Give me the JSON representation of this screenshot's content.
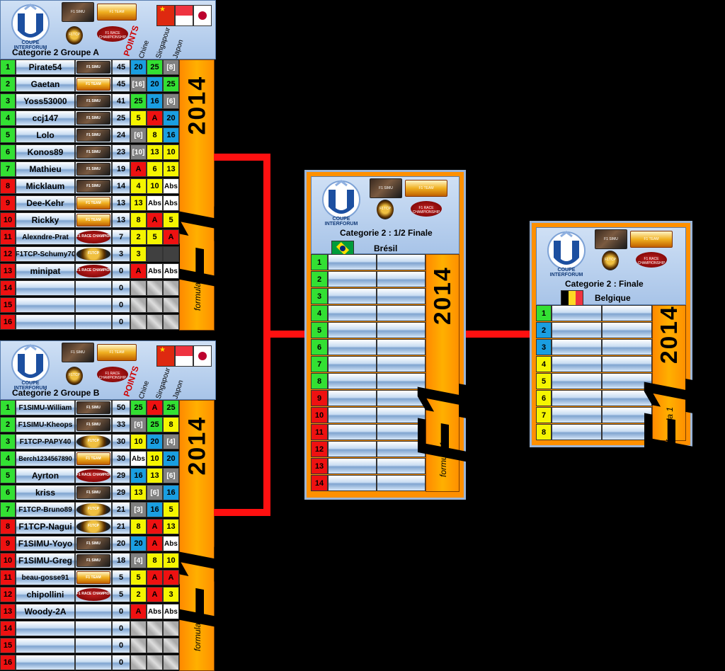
{
  "groups": [
    {
      "title": "Categorie 2  Groupe A",
      "points_label": "POINTS",
      "races": [
        "Chine",
        "Singapour",
        "Japon"
      ],
      "cup_text": "COUPE INTERFORUM",
      "rows": [
        {
          "pos": "1",
          "color": "green",
          "name": "Pirate54",
          "logo": "dark",
          "pts": "45",
          "r": [
            [
              "20",
              "blue"
            ],
            [
              "25",
              "green"
            ],
            [
              "[8]",
              "grey"
            ]
          ]
        },
        {
          "pos": "2",
          "color": "green",
          "name": "Gaetan",
          "logo": "gold",
          "pts": "45",
          "r": [
            [
              "[16]",
              "grey"
            ],
            [
              "20",
              "blue"
            ],
            [
              "25",
              "green"
            ]
          ]
        },
        {
          "pos": "3",
          "color": "green",
          "name": "Yoss53000",
          "logo": "dark",
          "pts": "41",
          "r": [
            [
              "25",
              "green"
            ],
            [
              "16",
              "blue"
            ],
            [
              "[6]",
              "grey"
            ]
          ]
        },
        {
          "pos": "4",
          "color": "green",
          "name": "ccj147",
          "logo": "dark",
          "pts": "25",
          "r": [
            [
              "5",
              "yellow"
            ],
            [
              "A",
              "red"
            ],
            [
              "20",
              "blue"
            ]
          ]
        },
        {
          "pos": "5",
          "color": "green",
          "name": "Lolo",
          "logo": "dark",
          "pts": "24",
          "r": [
            [
              "[6]",
              "grey"
            ],
            [
              "8",
              "yellow"
            ],
            [
              "16",
              "blue"
            ]
          ]
        },
        {
          "pos": "6",
          "color": "green",
          "name": "Konos89",
          "logo": "dark",
          "pts": "23",
          "r": [
            [
              "[10]",
              "grey"
            ],
            [
              "13",
              "yellow"
            ],
            [
              "10",
              "yellow"
            ]
          ]
        },
        {
          "pos": "7",
          "color": "green",
          "name": "Mathieu",
          "logo": "dark",
          "pts": "19",
          "r": [
            [
              "A",
              "red"
            ],
            [
              "6",
              "yellow"
            ],
            [
              "13",
              "yellow"
            ]
          ]
        },
        {
          "pos": "8",
          "color": "red",
          "name": "Micklaum",
          "logo": "dark",
          "pts": "14",
          "r": [
            [
              "4",
              "yellow"
            ],
            [
              "10",
              "yellow"
            ],
            [
              "Abs",
              "white"
            ]
          ]
        },
        {
          "pos": "9",
          "color": "red",
          "name": "Dee-Kehr",
          "logo": "gold",
          "pts": "13",
          "r": [
            [
              "13",
              "yellow"
            ],
            [
              "Abs",
              "white"
            ],
            [
              "Abs",
              "white"
            ]
          ]
        },
        {
          "pos": "10",
          "color": "red",
          "name": "Rickky",
          "logo": "gold",
          "pts": "13",
          "r": [
            [
              "8",
              "yellow"
            ],
            [
              "A",
              "red"
            ],
            [
              "5",
              "yellow"
            ]
          ]
        },
        {
          "pos": "11",
          "color": "red",
          "name": "Alexndre-Prat",
          "logo": "red",
          "pts": "7",
          "r": [
            [
              "2",
              "yellow"
            ],
            [
              "5",
              "yellow"
            ],
            [
              "A",
              "red"
            ]
          ]
        },
        {
          "pos": "12",
          "color": "red",
          "name": "F1TCP-Schumy70",
          "logo": "crest",
          "pts": "3",
          "r": [
            [
              "3",
              "yellow"
            ],
            [
              "",
              "dark"
            ],
            [
              "",
              "dark"
            ]
          ]
        },
        {
          "pos": "13",
          "color": "red",
          "name": "minipat",
          "logo": "red",
          "pts": "0",
          "r": [
            [
              "A",
              "red"
            ],
            [
              "Abs",
              "white"
            ],
            [
              "Abs",
              "white"
            ]
          ]
        },
        {
          "pos": "14",
          "color": "red",
          "name": "",
          "logo": "",
          "pts": "0",
          "r": [
            [
              "",
              "x"
            ],
            [
              "",
              "x"
            ],
            [
              "",
              "x"
            ]
          ]
        },
        {
          "pos": "15",
          "color": "red",
          "name": "",
          "logo": "",
          "pts": "0",
          "r": [
            [
              "",
              "x"
            ],
            [
              "",
              "x"
            ],
            [
              "",
              "x"
            ]
          ]
        },
        {
          "pos": "16",
          "color": "red",
          "name": "",
          "logo": "",
          "pts": "0",
          "r": [
            [
              "",
              "x"
            ],
            [
              "",
              "x"
            ],
            [
              "",
              "x"
            ]
          ]
        }
      ]
    },
    {
      "title": "Categorie 2  Groupe B",
      "points_label": "POINTS",
      "races": [
        "Chine",
        "Singapour",
        "Japon"
      ],
      "cup_text": "COUPE INTERFORUM",
      "rows": [
        {
          "pos": "1",
          "color": "green",
          "name": "F1SIMU-William",
          "logo": "dark",
          "pts": "50",
          "r": [
            [
              "25",
              "green"
            ],
            [
              "A",
              "red"
            ],
            [
              "25",
              "green"
            ]
          ]
        },
        {
          "pos": "2",
          "color": "green",
          "name": "F1SIMU-Kheops",
          "logo": "dark",
          "pts": "33",
          "r": [
            [
              "[6]",
              "grey"
            ],
            [
              "25",
              "green"
            ],
            [
              "8",
              "yellow"
            ]
          ]
        },
        {
          "pos": "3",
          "color": "green",
          "name": "F1TCP-PAPY40",
          "logo": "crest",
          "pts": "30",
          "r": [
            [
              "10",
              "yellow"
            ],
            [
              "20",
              "blue"
            ],
            [
              "[4]",
              "grey"
            ]
          ]
        },
        {
          "pos": "4",
          "color": "green",
          "name": "Berch1234567890",
          "logo": "gold",
          "pts": "30",
          "r": [
            [
              "Abs",
              "white"
            ],
            [
              "10",
              "yellow"
            ],
            [
              "20",
              "blue"
            ]
          ]
        },
        {
          "pos": "5",
          "color": "green",
          "name": "Ayrton",
          "logo": "red",
          "pts": "29",
          "r": [
            [
              "16",
              "blue"
            ],
            [
              "13",
              "yellow"
            ],
            [
              "[6]",
              "grey"
            ]
          ]
        },
        {
          "pos": "6",
          "color": "green",
          "name": "kriss",
          "logo": "dark",
          "pts": "29",
          "r": [
            [
              "13",
              "yellow"
            ],
            [
              "[6]",
              "grey"
            ],
            [
              "16",
              "blue"
            ]
          ]
        },
        {
          "pos": "7",
          "color": "green",
          "name": "F1TCP-Bruno89",
          "logo": "crest",
          "pts": "21",
          "r": [
            [
              "[3]",
              "grey"
            ],
            [
              "16",
              "blue"
            ],
            [
              "5",
              "yellow"
            ]
          ]
        },
        {
          "pos": "8",
          "color": "red",
          "name": "F1TCP-Nagui",
          "logo": "crest",
          "pts": "21",
          "r": [
            [
              "8",
              "yellow"
            ],
            [
              "A",
              "red"
            ],
            [
              "13",
              "yellow"
            ]
          ]
        },
        {
          "pos": "9",
          "color": "red",
          "name": "F1SIMU-Yoyo",
          "logo": "dark",
          "pts": "20",
          "r": [
            [
              "20",
              "blue"
            ],
            [
              "A",
              "red"
            ],
            [
              "Abs",
              "white"
            ]
          ]
        },
        {
          "pos": "10",
          "color": "red",
          "name": "F1SIMU-Greg",
          "logo": "dark",
          "pts": "18",
          "r": [
            [
              "[4]",
              "grey"
            ],
            [
              "8",
              "yellow"
            ],
            [
              "10",
              "yellow"
            ]
          ]
        },
        {
          "pos": "11",
          "color": "red",
          "name": "beau-gosse91",
          "logo": "gold",
          "pts": "5",
          "r": [
            [
              "5",
              "yellow"
            ],
            [
              "A",
              "red"
            ],
            [
              "A",
              "red"
            ]
          ]
        },
        {
          "pos": "12",
          "color": "red",
          "name": "chipollini",
          "logo": "red",
          "pts": "5",
          "r": [
            [
              "2",
              "yellow"
            ],
            [
              "A",
              "red"
            ],
            [
              "3",
              "yellow"
            ]
          ]
        },
        {
          "pos": "13",
          "color": "red",
          "name": "Woody-2A",
          "logo": "",
          "pts": "0",
          "r": [
            [
              "A",
              "red"
            ],
            [
              "Abs",
              "white"
            ],
            [
              "Abs",
              "white"
            ]
          ]
        },
        {
          "pos": "14",
          "color": "red",
          "name": "",
          "logo": "",
          "pts": "0",
          "r": [
            [
              "",
              "x"
            ],
            [
              "",
              "x"
            ],
            [
              "",
              "x"
            ]
          ]
        },
        {
          "pos": "15",
          "color": "red",
          "name": "",
          "logo": "",
          "pts": "0",
          "r": [
            [
              "",
              "x"
            ],
            [
              "",
              "x"
            ],
            [
              "",
              "x"
            ]
          ]
        },
        {
          "pos": "16",
          "color": "red",
          "name": "",
          "logo": "",
          "pts": "0",
          "r": [
            [
              "",
              "x"
            ],
            [
              "",
              "x"
            ],
            [
              "",
              "x"
            ]
          ]
        }
      ]
    }
  ],
  "semi": {
    "title": "Categorie 2 : 1/2 Finale",
    "venue": "Brésil",
    "cup_text": "COUPE INTERFORUM",
    "rows": [
      {
        "pos": "1",
        "color": "green"
      },
      {
        "pos": "2",
        "color": "green"
      },
      {
        "pos": "3",
        "color": "green"
      },
      {
        "pos": "4",
        "color": "green"
      },
      {
        "pos": "5",
        "color": "green"
      },
      {
        "pos": "6",
        "color": "green"
      },
      {
        "pos": "7",
        "color": "green"
      },
      {
        "pos": "8",
        "color": "green"
      },
      {
        "pos": "9",
        "color": "red"
      },
      {
        "pos": "10",
        "color": "red"
      },
      {
        "pos": "11",
        "color": "red"
      },
      {
        "pos": "12",
        "color": "red"
      },
      {
        "pos": "13",
        "color": "red"
      },
      {
        "pos": "14",
        "color": "red"
      }
    ]
  },
  "final": {
    "title": "Categorie 2 : Finale",
    "venue": "Belgique",
    "cup_text": "COUPE INTERFORUM",
    "rows": [
      {
        "pos": "1",
        "color": "green"
      },
      {
        "pos": "2",
        "color": "blue"
      },
      {
        "pos": "3",
        "color": "blue"
      },
      {
        "pos": "4",
        "color": "yellow"
      },
      {
        "pos": "5",
        "color": "yellow"
      },
      {
        "pos": "6",
        "color": "yellow"
      },
      {
        "pos": "7",
        "color": "yellow"
      },
      {
        "pos": "8",
        "color": "yellow"
      }
    ]
  },
  "f1_strip": {
    "year": "2014",
    "mark": "F1",
    "sub": "formula 1"
  },
  "logo_texts": {
    "dark": "F1 SIMU",
    "gold": "F1 TEAM",
    "red": "F1 RACE CHAMPIONSHIP",
    "crest": "F1TCP"
  },
  "colors": {
    "connector": "#ff1010",
    "strip": "#ff9a00"
  }
}
